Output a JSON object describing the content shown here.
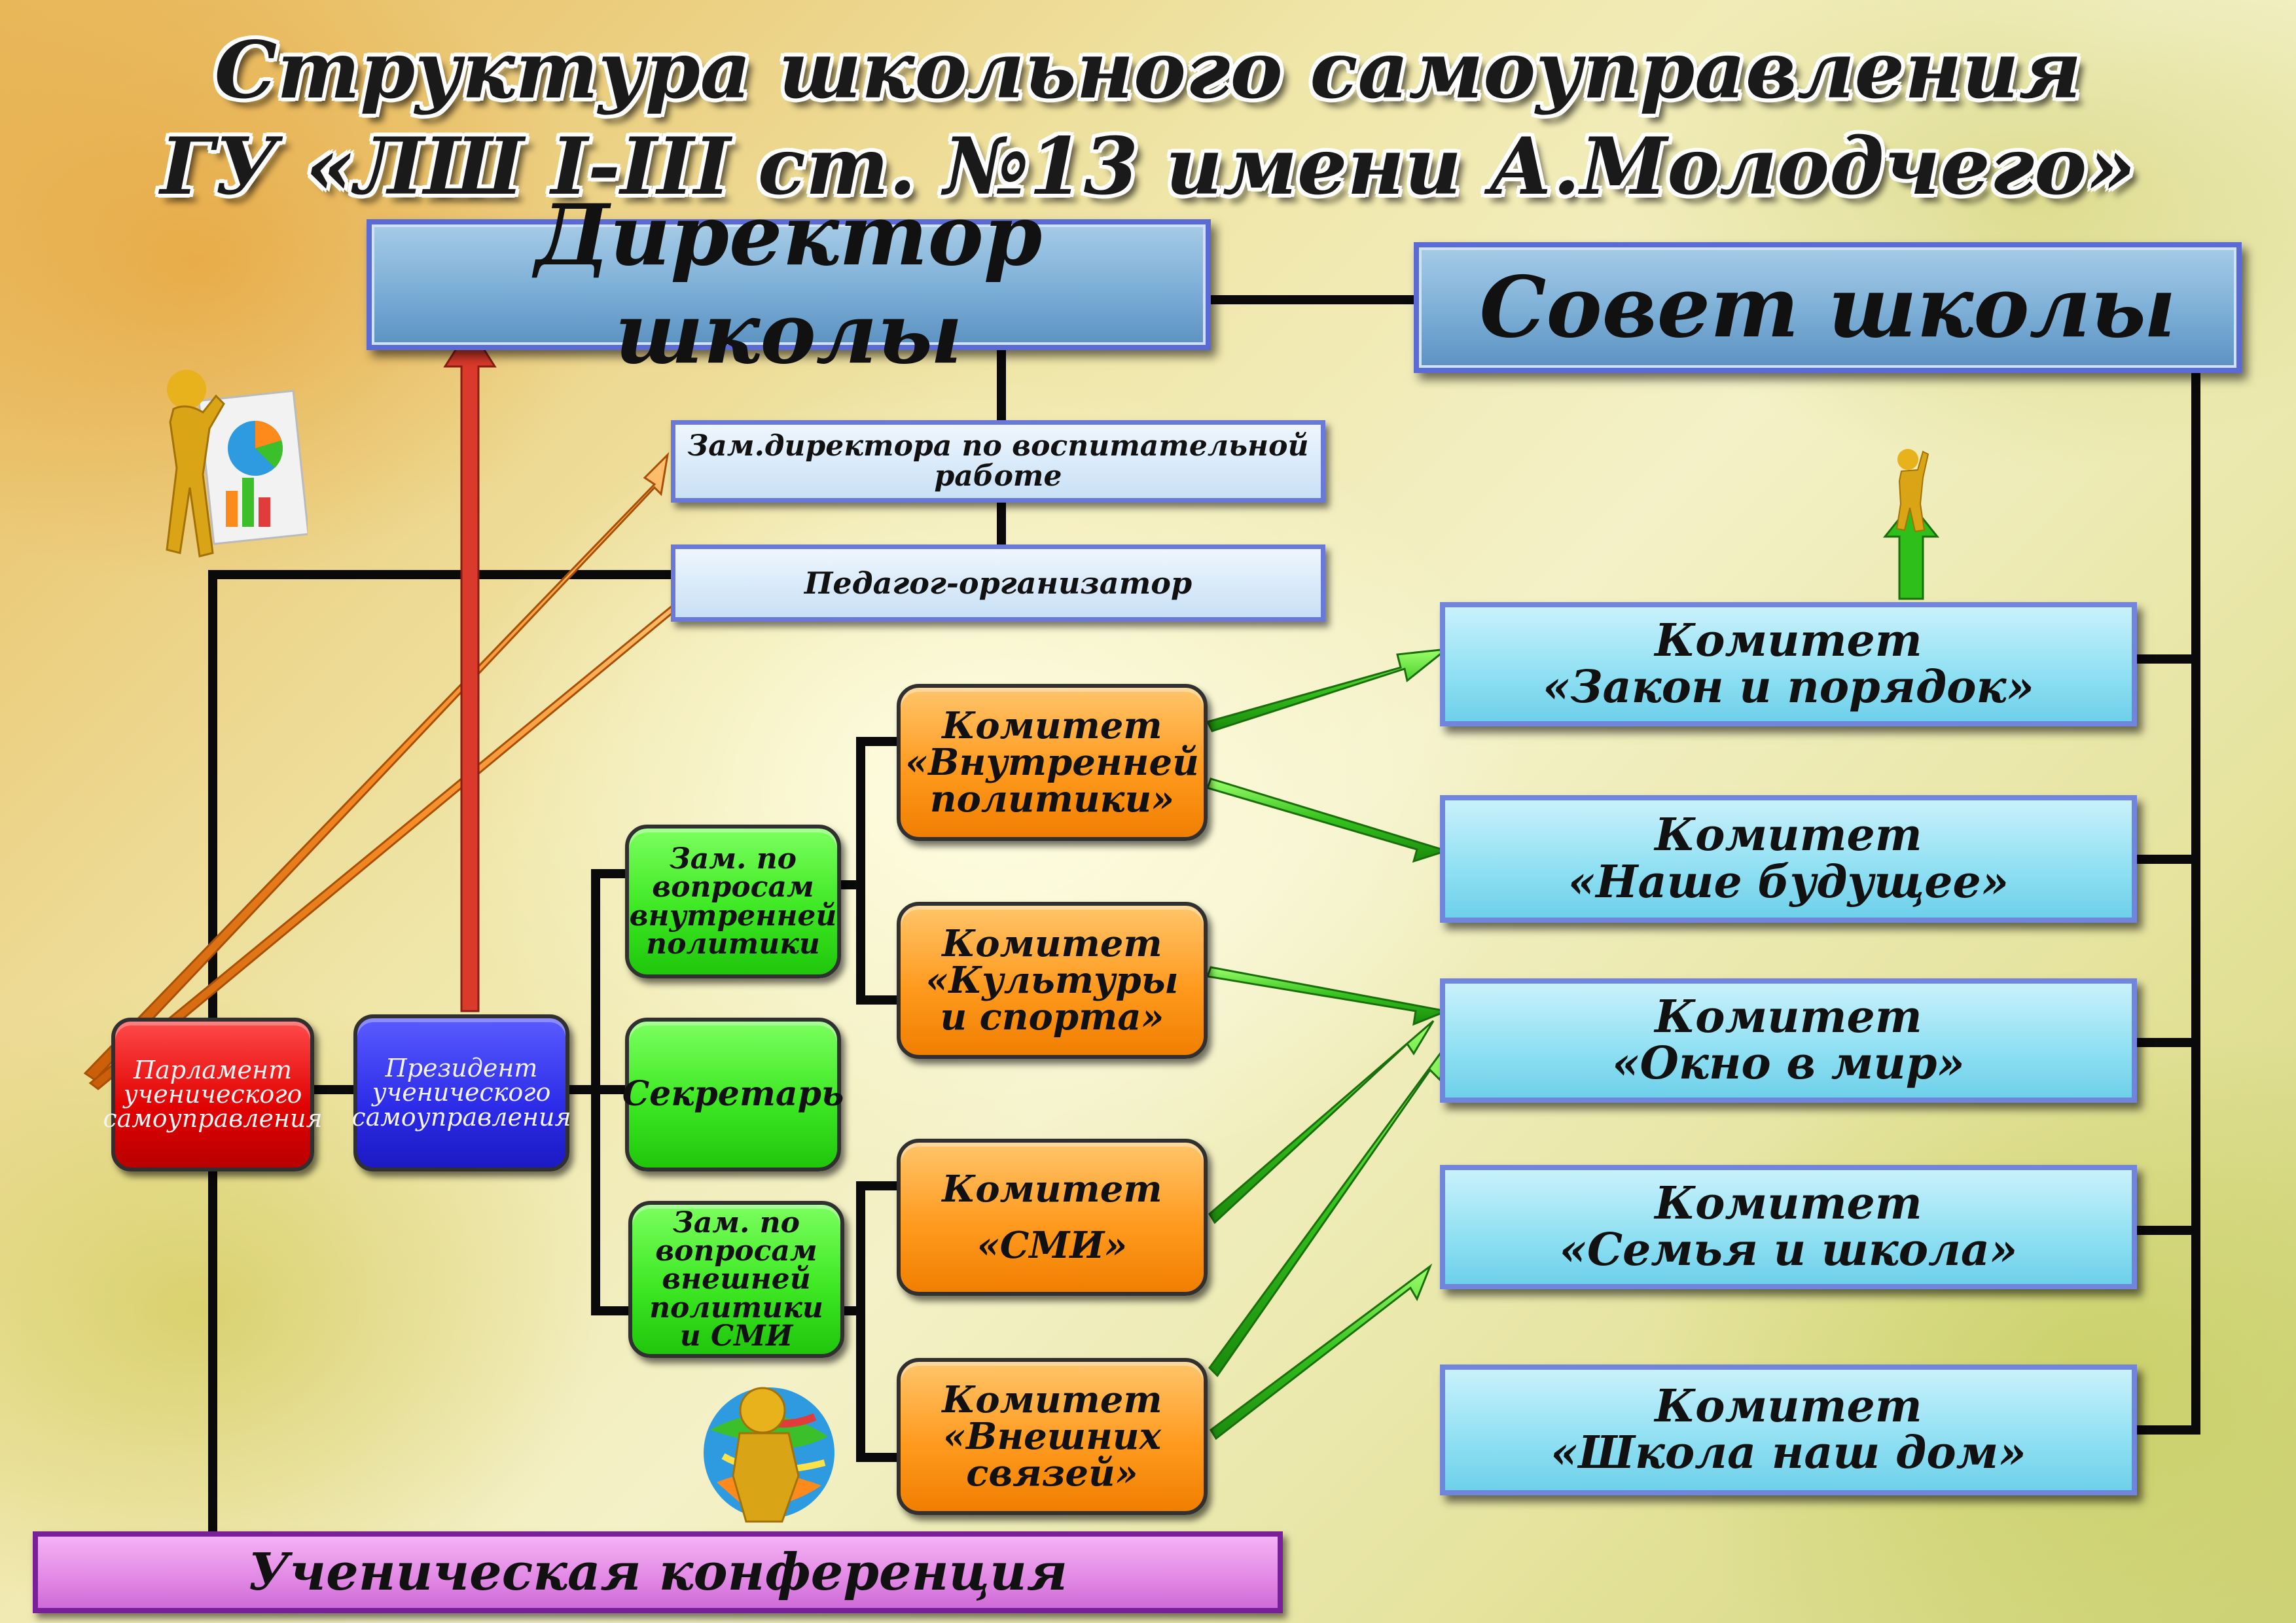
{
  "title": {
    "line1": "Структура школьного самоуправления",
    "line2": "ГУ «ЛШ I-III ст. №13 имени А.Молодчего»"
  },
  "nodes": {
    "director": "Директор школы",
    "council": "Совет школы",
    "deputy": "Зам.директора по воспитательной работе",
    "organizer": "Педагог-организатор",
    "parliament": "Парламент ученического самоуправления",
    "president": "Президент ученического самоуправления",
    "deputy_internal": "Зам. по вопросам внутренней политики",
    "secretary": "Секретарь",
    "deputy_external": "Зам. по вопросам внешней политики и СМИ",
    "com_internal": {
      "line1": "Комитет",
      "line2": "«Внутренней политики»"
    },
    "com_culture": {
      "line1": "Комитет",
      "line2": "«Культуры и спорта»"
    },
    "com_media": {
      "line1": "Комитет",
      "line2": "«СМИ»"
    },
    "com_external": {
      "line1": "Комитет",
      "line2": "«Внешних связей»"
    },
    "com_law": {
      "line1": "Комитет",
      "line2": "«Закон и порядок»"
    },
    "com_future": {
      "line1": "Комитет",
      "line2": "«Наше будущее»"
    },
    "com_window": {
      "line1": "Комитет",
      "line2": "«Окно в мир»"
    },
    "com_family": {
      "line1": "Комитет",
      "line2": "«Семья и школа»"
    },
    "com_home": {
      "line1": "Комитет",
      "line2": "«Школа наш дом»"
    },
    "conference": "Ученическая конференция"
  },
  "colors": {
    "connector": "#0a0a0a",
    "arrow_green": "#2fbf1a",
    "arrow_orange": "#f58220",
    "arrow_red": "#d93a2b"
  },
  "icons": [
    "gold-figure-chart-icon",
    "gold-figure-arrow-icon",
    "gold-figure-globe-icon"
  ]
}
